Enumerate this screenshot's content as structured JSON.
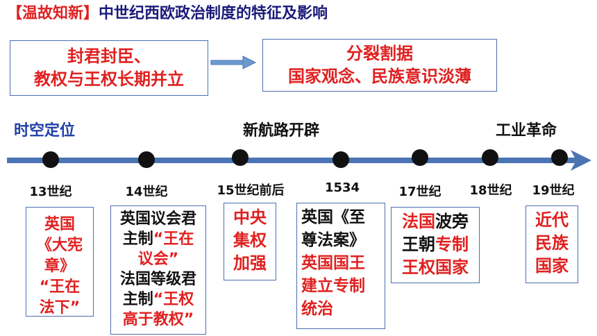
{
  "title": {
    "tag": "【温故知新】",
    "main": "中世纪西欧政治制度的特征及影响"
  },
  "cause_box": {
    "line1": "封君封臣、",
    "line2": "教权与王权长期并立"
  },
  "effect_box": {
    "line1": "分裂割据",
    "line2": "国家观念、民族意识淡薄"
  },
  "labels": {
    "left": "时空定位",
    "middle": "新航路开辟",
    "right": "工业革命"
  },
  "centuries": [
    "13世纪",
    "14世纪",
    "15世纪前后",
    "1534",
    "17世纪",
    "18世纪",
    "19世纪"
  ],
  "events": {
    "e1": {
      "l1": "英国",
      "l2": "《大宪",
      "l3": "章》",
      "l4": "“王在",
      "l5": "法下”"
    },
    "e2": {
      "l1": "英国议会君",
      "l2a": "主制",
      "l2b": "“王在",
      "l3": "议会”",
      "l4": "法国等级君",
      "l5a": "主制",
      "l5b": "“王权",
      "l6": "高于教权”"
    },
    "e3": {
      "l1": "中央",
      "l2": "集权",
      "l3": "加强"
    },
    "e4": {
      "l1": "英国《至",
      "l2": "尊法案》",
      "l3": "英国国王",
      "l4": "建立专制",
      "l5": "统治"
    },
    "e5": {
      "l1a": "法国",
      "l1b": "波旁",
      "l2a": "王朝",
      "l2b": "专制",
      "l3": "王权国家"
    },
    "e6": {
      "l1": "近代",
      "l2": "民族",
      "l3": "国家"
    }
  },
  "colors": {
    "red": "#e02020",
    "blue": "#1f3fa8",
    "navy": "#1a1a7a",
    "timeline": "#4a74b4",
    "border": "#4a6fb0"
  }
}
